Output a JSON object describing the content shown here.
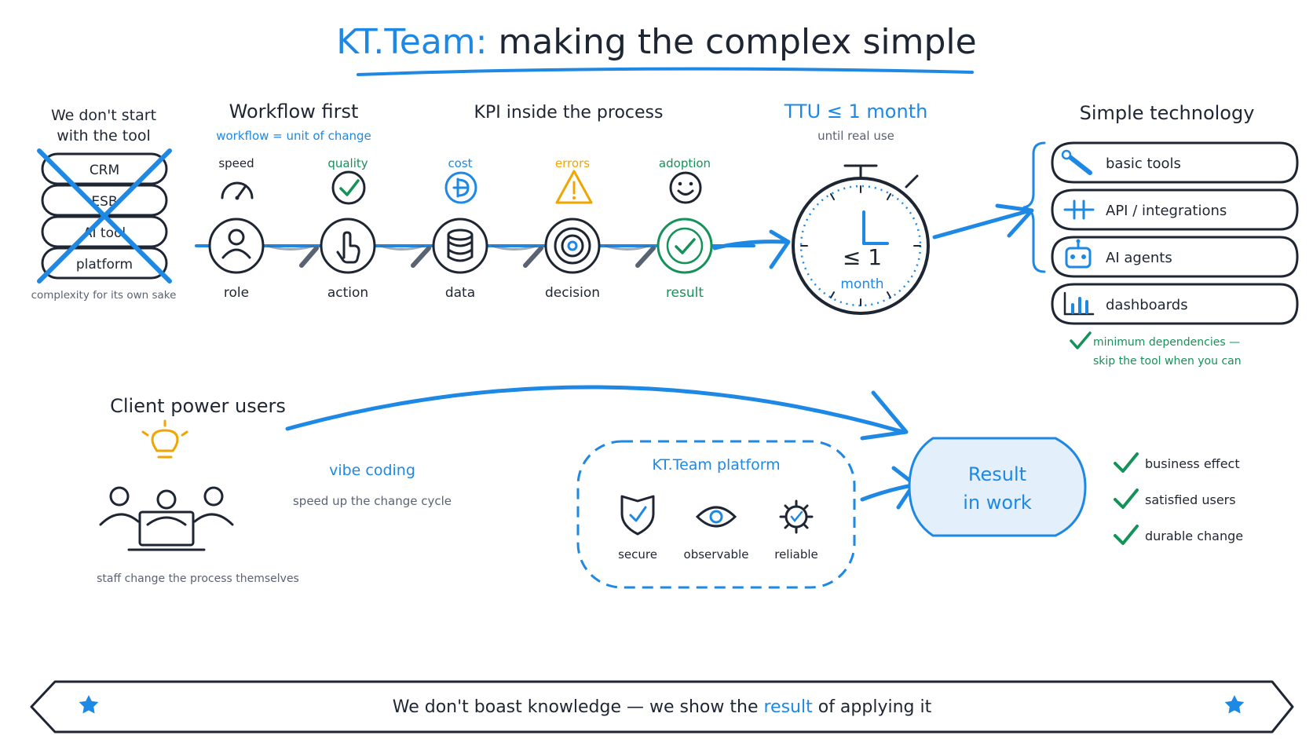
{
  "title": {
    "brand": "KT.Team:",
    "rest": "making the complex simple"
  },
  "tool_first": {
    "heading_line1": "We don't start",
    "heading_line2": "with the tool",
    "stack": [
      "CRM",
      "ESB",
      "AI tool",
      "platform"
    ],
    "caption": "complexity for its own sake"
  },
  "workflow": {
    "heading": "Workflow first",
    "subheading": "workflow = unit of change"
  },
  "kpi": {
    "heading": "KPI inside the process"
  },
  "steps": [
    {
      "label": "role",
      "kpi": "speed",
      "kpi_color": "#1f2633",
      "icon": "person-icon"
    },
    {
      "label": "action",
      "kpi": "quality",
      "kpi_color": "#15915a",
      "icon": "hand-pointer-icon"
    },
    {
      "label": "data",
      "kpi": "cost",
      "kpi_color": "#1e88e5",
      "icon": "database-icon"
    },
    {
      "label": "decision",
      "kpi": "errors",
      "kpi_color": "#f0a500",
      "icon": "target-icon"
    },
    {
      "label": "result",
      "kpi": "adoption",
      "kpi_color": "#15915a",
      "icon": "check-circle-icon"
    }
  ],
  "ttu": {
    "heading": "TTU ≤ 1 month",
    "subheading": "until real use",
    "dial_value": "≤ 1",
    "dial_unit": "month"
  },
  "simple_tech": {
    "heading": "Simple technology",
    "items": [
      {
        "label": "basic tools",
        "icon": "tools-icon"
      },
      {
        "label": "API / integrations",
        "icon": "plug-icon"
      },
      {
        "label": "AI agents",
        "icon": "robot-icon"
      },
      {
        "label": "dashboards",
        "icon": "bar-chart-icon"
      }
    ],
    "note_line1": "minimum dependencies —",
    "note_line2": "skip the tool when you can"
  },
  "power_users": {
    "heading": "Client power users",
    "caption": "staff change the process themselves",
    "vibe_heading": "vibe coding",
    "vibe_caption": "speed up the change cycle"
  },
  "platform": {
    "heading": "KT.Team platform",
    "items": [
      {
        "label": "secure",
        "icon": "shield-check-icon"
      },
      {
        "label": "observable",
        "icon": "eye-icon"
      },
      {
        "label": "reliable",
        "icon": "gear-check-icon"
      }
    ]
  },
  "result": {
    "line1": "Result",
    "line2": "in work",
    "outcomes": [
      "business effect",
      "satisfied users",
      "durable change"
    ]
  },
  "banner": {
    "pre": "We don't boast knowledge — we show the ",
    "highlight": "result",
    "post": " of applying it"
  },
  "colors": {
    "accent": "#1e88e5",
    "ink": "#1f2633",
    "green": "#15915a",
    "orange": "#f0a500",
    "result_fill": "#e3f0fc"
  }
}
